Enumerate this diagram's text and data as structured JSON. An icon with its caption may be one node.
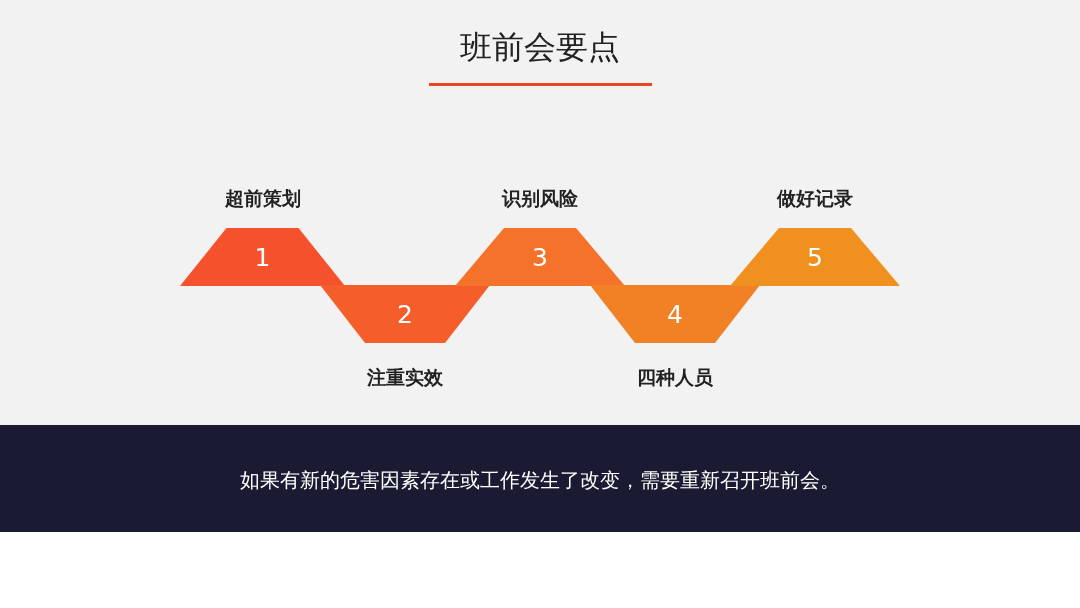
{
  "diagram": {
    "title": "班前会要点",
    "nodes": [
      {
        "text": [
          "超前策划",
          "1"
        ]
      },
      {
        "text": [
          "2",
          "注重实效"
        ]
      },
      {
        "text": [
          "识别风险",
          "3"
        ]
      },
      {
        "text": [
          "4",
          "四种人员"
        ]
      },
      {
        "text": [
          "做好记录",
          "5"
        ]
      }
    ],
    "caption": "如果有新的危害因素存在或工作发生了改变，需要重新召开班前会。"
  }
}
